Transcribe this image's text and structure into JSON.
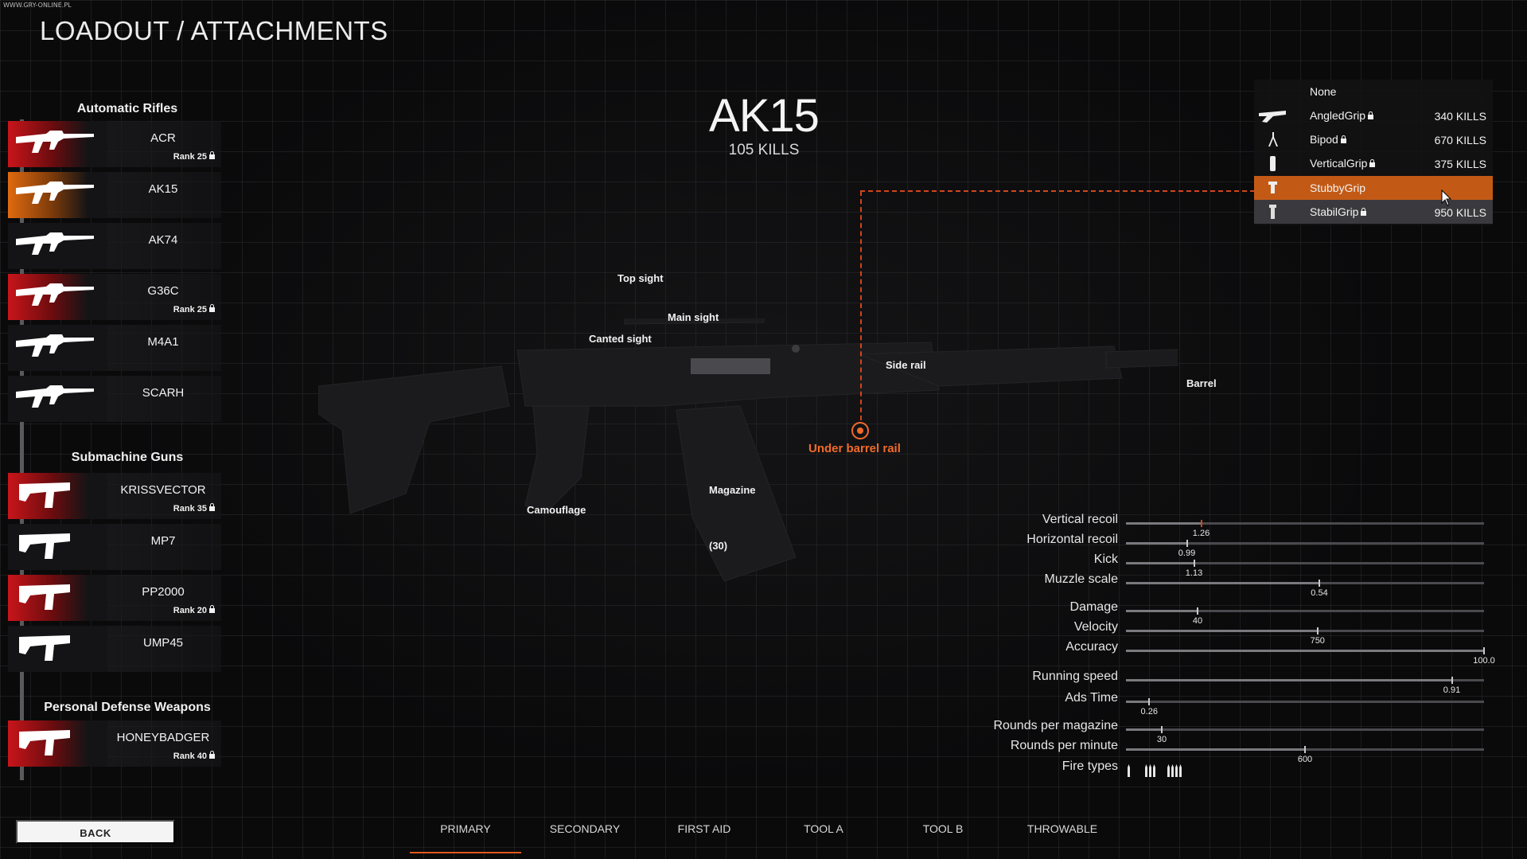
{
  "watermark": "WWW.GRY-ONLINE.PL",
  "page_title": "LOADOUT / ATTACHMENTS",
  "categories": [
    {
      "label": "Automatic Rifles"
    },
    {
      "label": "Submachine Guns"
    },
    {
      "label": "Personal Defense Weapons"
    }
  ],
  "weapons": [
    {
      "name": "ACR",
      "rank": "Rank 25",
      "locked": true,
      "state": "red"
    },
    {
      "name": "AK15",
      "rank": "",
      "locked": false,
      "state": "orange"
    },
    {
      "name": "AK74",
      "rank": "",
      "locked": false,
      "state": "none"
    },
    {
      "name": "G36C",
      "rank": "Rank 25",
      "locked": true,
      "state": "red"
    },
    {
      "name": "M4A1",
      "rank": "",
      "locked": false,
      "state": "none"
    },
    {
      "name": "SCARH",
      "rank": "",
      "locked": false,
      "state": "none"
    },
    {
      "name": "KRISSVECTOR",
      "rank": "Rank 35",
      "locked": true,
      "state": "red"
    },
    {
      "name": "MP7",
      "rank": "",
      "locked": false,
      "state": "none"
    },
    {
      "name": "PP2000",
      "rank": "Rank 20",
      "locked": true,
      "state": "red"
    },
    {
      "name": "UMP45",
      "rank": "",
      "locked": false,
      "state": "none"
    },
    {
      "name": "HONEYBADGER",
      "rank": "Rank 40",
      "locked": true,
      "state": "red"
    }
  ],
  "selected_weapon": {
    "name": "AK15",
    "kills": "105 KILLS"
  },
  "slots": {
    "top_sight": "Top sight",
    "main_sight": "Main sight",
    "canted_sight": "Canted sight",
    "side_rail": "Side rail",
    "barrel": "Barrel",
    "under_barrel_rail": "Under barrel rail",
    "magazine": "Magazine",
    "magazine_count": "(30)",
    "camouflage": "Camouflage"
  },
  "attachments": [
    {
      "name": "None",
      "kills": "",
      "locked": false,
      "icon": "none-icon"
    },
    {
      "name": "AngledGrip",
      "kills": "340 KILLS",
      "locked": true,
      "icon": "angled-grip-icon"
    },
    {
      "name": "Bipod",
      "kills": "670 KILLS",
      "locked": true,
      "icon": "bipod-icon"
    },
    {
      "name": "VerticalGrip",
      "kills": "375 KILLS",
      "locked": true,
      "icon": "vertical-grip-icon"
    },
    {
      "name": "StubbyGrip",
      "kills": "",
      "locked": false,
      "icon": "stubby-grip-icon",
      "selected": true
    },
    {
      "name": "StabilGrip",
      "kills": "950 KILLS",
      "locked": true,
      "icon": "stabil-grip-icon"
    }
  ],
  "stats": [
    {
      "label": "Vertical recoil",
      "value": "1.26",
      "fraction": 0.21
    },
    {
      "label": "Horizontal recoil",
      "value": "0.99",
      "fraction": 0.17
    },
    {
      "label": "Kick",
      "value": "1.13",
      "fraction": 0.19
    },
    {
      "label": "Muzzle scale",
      "value": "0.54",
      "fraction": 0.54
    },
    {
      "label": "Damage",
      "value": "40",
      "fraction": 0.2
    },
    {
      "label": "Velocity",
      "value": "750",
      "fraction": 0.535
    },
    {
      "label": "Accuracy",
      "value": "100.0",
      "fraction": 1.0
    },
    {
      "label": "Running speed",
      "value": "0.91",
      "fraction": 0.91
    },
    {
      "label": "Ads Time",
      "value": "0.26",
      "fraction": 0.065
    },
    {
      "label": "Rounds per magazine",
      "value": "30",
      "fraction": 0.1
    },
    {
      "label": "Rounds per minute",
      "value": "600",
      "fraction": 0.5
    }
  ],
  "fire_types_label": "Fire types",
  "fire_types": [
    "single",
    "burst-3",
    "auto"
  ],
  "tabs": [
    "PRIMARY",
    "SECONDARY",
    "FIRST AID",
    "TOOL A",
    "TOOL B",
    "THROWABLE"
  ],
  "active_tab": "PRIMARY",
  "back_label": "BACK",
  "colors": {
    "accent": "#e0571c",
    "selected_row": "#c25a16",
    "locked_red": "#c8151a"
  }
}
